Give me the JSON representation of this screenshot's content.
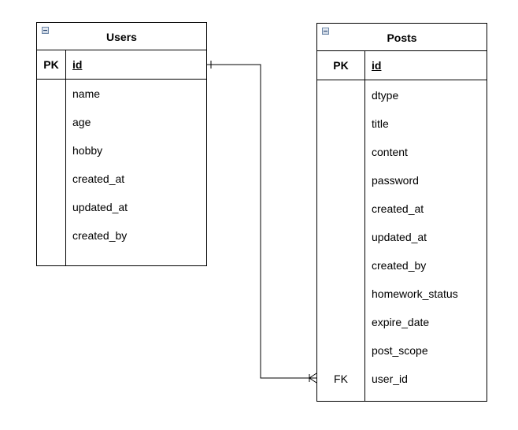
{
  "users": {
    "title": "Users",
    "pk_label": "PK",
    "pk_field": "id",
    "fields": [
      "name",
      "age",
      "hobby",
      "created_at",
      "updated_at",
      "created_by"
    ]
  },
  "posts": {
    "title": "Posts",
    "pk_label": "PK",
    "pk_field": "id",
    "fields": [
      "dtype",
      "title",
      "content",
      "password",
      "created_at",
      "updated_at",
      "created_by",
      "homework_status",
      "expire_date",
      "post_scope",
      "user_id"
    ],
    "fk_label": "FK"
  },
  "relationship": {
    "from": "Users.id",
    "to": "Posts.user_id",
    "from_cardinality": "one",
    "to_cardinality": "many"
  }
}
